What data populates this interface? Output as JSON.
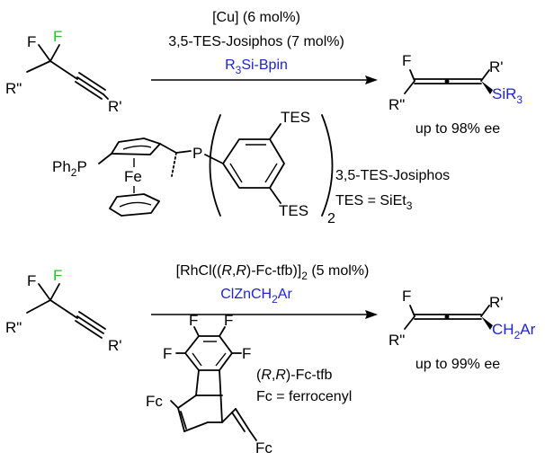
{
  "colors": {
    "reagent": "#1f23d6",
    "fluorine": "#2bbf2b",
    "ink": "#000000"
  },
  "reaction1": {
    "cond1": "[Cu] (6 mol%)",
    "cond2": "3,5-TES-Josiphos (7 mol%)",
    "reagent_sub": {
      "a": "R",
      "b": "3",
      "c": "Si-Bpin"
    },
    "yield": "up to 98% ee"
  },
  "reaction2": {
    "cond_parts": {
      "a": "[RhCl((",
      "b": "R",
      "c": ",",
      "d": "R",
      "e": ")-Fc-tfb)]",
      "f": "2",
      "g": " (5 mol%)"
    },
    "reagent_sub": {
      "a": "ClZnCH",
      "b": "2",
      "c": "Ar"
    },
    "yield": "up to 99% ee"
  },
  "labels": {
    "F": "F",
    "Rpp": "R\"",
    "Rp": "R'",
    "SiR": "SiR",
    "three": "3",
    "CH": "CH",
    "two": "2",
    "Ar": "Ar",
    "Ph": "Ph",
    "P": "P",
    "Fe": "Fe",
    "TES": "TES",
    "Fc": "Fc"
  },
  "josiphos": {
    "name": "3,5-TES-Josiphos",
    "def_a": "TES = SiEt",
    "def_b": "3"
  },
  "fctfb": {
    "name_parts": {
      "a": "(",
      "b": "R",
      "c": ",",
      "d": "R",
      "e": ")-Fc-tfb"
    },
    "def": "Fc = ferrocenyl"
  }
}
